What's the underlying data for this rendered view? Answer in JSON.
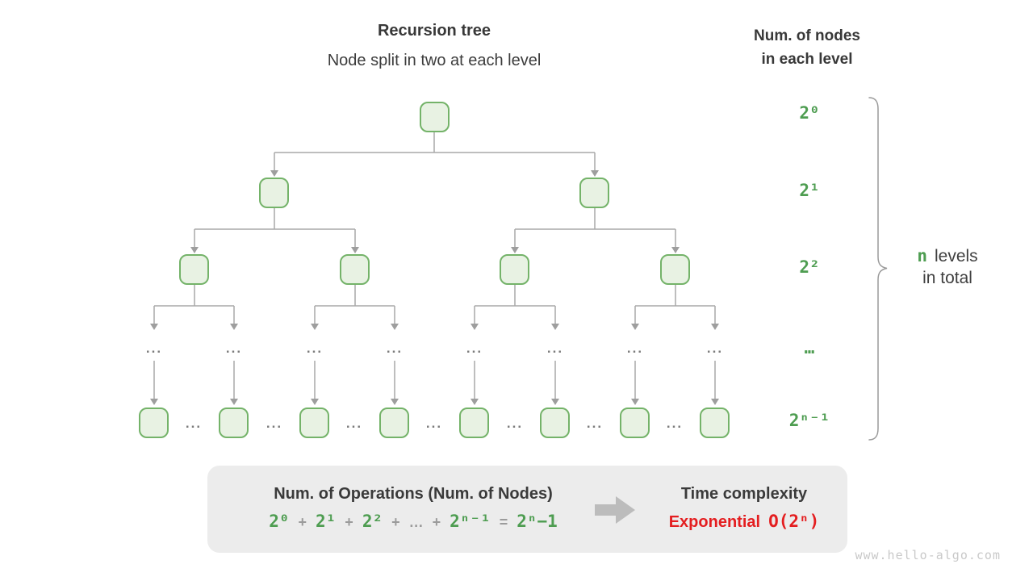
{
  "header": {
    "title": "Recursion tree",
    "subtitle": "Node split in two at each level"
  },
  "right_panel": {
    "heading_line1": "Num. of nodes",
    "heading_line2": "in each level",
    "levels": [
      {
        "label": "2⁰"
      },
      {
        "label": "2¹"
      },
      {
        "label": "2²"
      },
      {
        "label": "…"
      },
      {
        "label": "2ⁿ⁻¹"
      }
    ],
    "brace_note": {
      "n": "n",
      "levels_word": "levels",
      "line2": "in total"
    }
  },
  "tree": {
    "ellipsis": "..."
  },
  "summary_box": {
    "operations_title": "Num. of Operations (Num. of Nodes)",
    "formula": {
      "segments": [
        {
          "text": "2⁰",
          "type": "term"
        },
        {
          "text": "+",
          "type": "op"
        },
        {
          "text": "2¹",
          "type": "term"
        },
        {
          "text": "+",
          "type": "op"
        },
        {
          "text": "2²",
          "type": "term"
        },
        {
          "text": "+",
          "type": "op"
        },
        {
          "text": "…",
          "type": "op"
        },
        {
          "text": "+",
          "type": "op"
        },
        {
          "text": "2ⁿ⁻¹",
          "type": "term"
        },
        {
          "text": "=",
          "type": "op"
        },
        {
          "text": "2ⁿ−1",
          "type": "term"
        }
      ]
    },
    "time_title": "Time complexity",
    "complexity_name": "Exponential",
    "complexity_value": "O(2ⁿ)"
  },
  "watermark": "www.hello-algo.com",
  "colors": {
    "green": "#4e9d51",
    "red": "#e41e20",
    "node_fill": "#e8f2e3",
    "node_border": "#74b369",
    "connector": "#a8a8a8",
    "box_bg": "#ececec"
  }
}
